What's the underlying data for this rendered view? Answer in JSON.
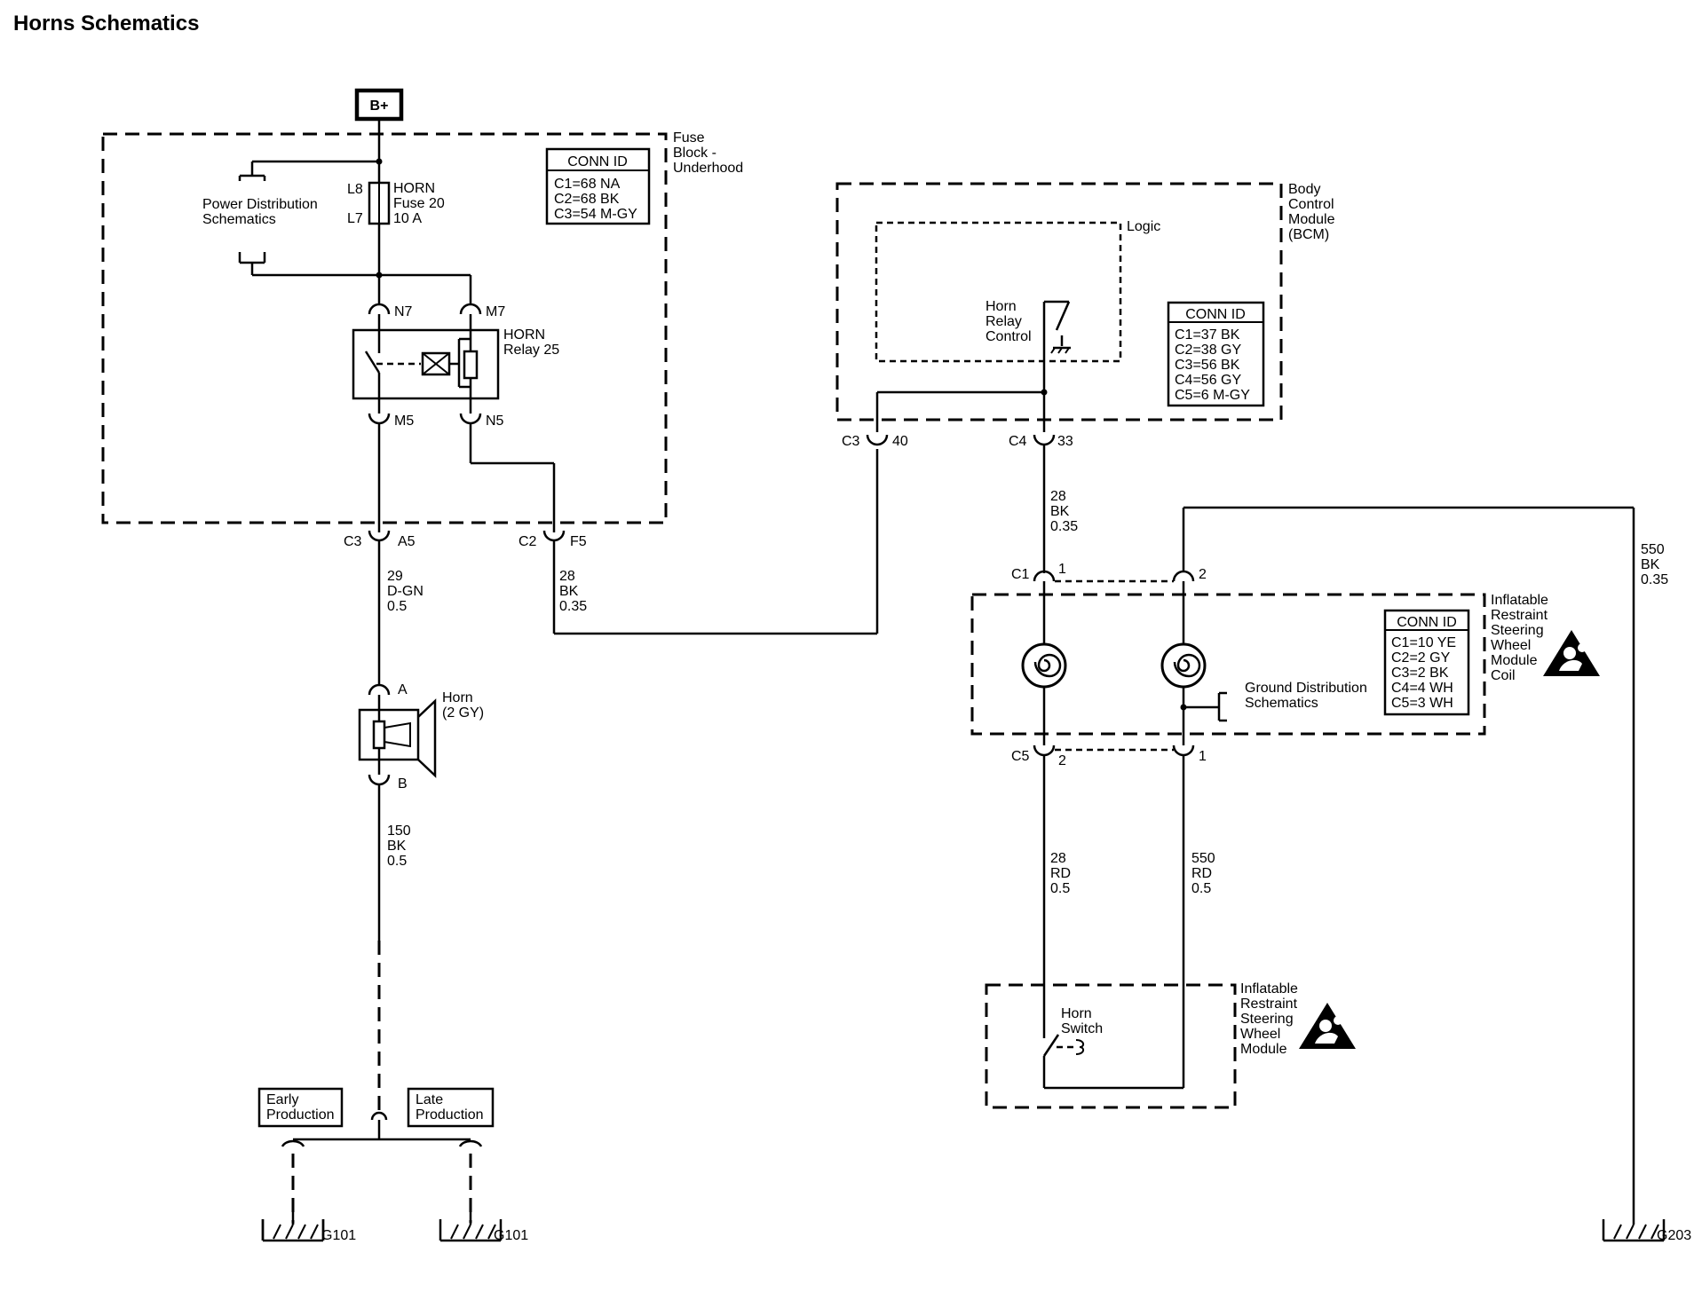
{
  "title": "Horns Schematics",
  "power": {
    "label": "B+"
  },
  "fuse_block": {
    "name_lines": [
      "Fuse",
      "Block -",
      "Underhood"
    ],
    "conn_id": {
      "header": "CONN ID",
      "rows": [
        "C1=68 NA",
        "C2=68 BK",
        "C3=54 M-GY"
      ]
    },
    "power_distribution": [
      "Power Distribution",
      "Schematics"
    ],
    "fuse": {
      "pin_top": "L8",
      "pin_bottom": "L7",
      "lines": [
        "HORN",
        "Fuse 20",
        "10 A"
      ]
    },
    "relay": {
      "pin_n7": "N7",
      "pin_m7": "M7",
      "pin_m5": "M5",
      "pin_n5": "N5",
      "lines": [
        "HORN",
        "Relay 25"
      ]
    }
  },
  "connectors": {
    "c3_a5": {
      "conn": "C3",
      "pin": "A5"
    },
    "c2_f5": {
      "conn": "C2",
      "pin": "F5"
    },
    "bcm_c3": {
      "conn": "C3",
      "pin": "40"
    },
    "bcm_c4": {
      "conn": "C4",
      "pin": "33"
    },
    "coil_c1": {
      "conn": "C1",
      "pin_left": "1",
      "pin_right": "2"
    },
    "coil_c5": {
      "conn": "C5",
      "pin_left": "2",
      "pin_right": "1"
    }
  },
  "wires": {
    "horn_feed": [
      "29",
      "D-GN",
      "0.5"
    ],
    "relay_ctrl": [
      "28",
      "BK",
      "0.35"
    ],
    "bcm_out": [
      "28",
      "BK",
      "0.35"
    ],
    "horn_ground": [
      "150",
      "BK",
      "0.5"
    ],
    "switch_28": [
      "28",
      "RD",
      "0.5"
    ],
    "switch_550": [
      "550",
      "RD",
      "0.5"
    ],
    "ground_550": [
      "550",
      "BK",
      "0.35"
    ]
  },
  "horn": {
    "pin_a": "A",
    "pin_b": "B",
    "lines": [
      "Horn",
      "(2 GY)"
    ]
  },
  "bcm": {
    "name_lines": [
      "Body",
      "Control",
      "Module",
      "(BCM)"
    ],
    "logic_label": "Logic",
    "control_lines": [
      "Horn",
      "Relay",
      "Control"
    ],
    "conn_id": {
      "header": "CONN ID",
      "rows": [
        "C1=37 BK",
        "C2=38 GY",
        "C3=56 BK",
        "C4=56 GY",
        "C5=6 M-GY"
      ]
    }
  },
  "coil": {
    "name_lines": [
      "Inflatable",
      "Restraint",
      "Steering",
      "Wheel",
      "Module",
      "Coil"
    ],
    "conn_id": {
      "header": "CONN ID",
      "rows": [
        "C1=10 YE",
        "C2=2 GY",
        "C3=2 BK",
        "C4=4 WH",
        "C5=3 WH"
      ]
    },
    "ground_distribution": [
      "Ground Distribution",
      "Schematics"
    ]
  },
  "switch_module": {
    "name_lines": [
      "Inflatable",
      "Restraint",
      "Steering",
      "Wheel",
      "Module"
    ],
    "switch_lines": [
      "Horn",
      "Switch"
    ]
  },
  "production": {
    "early": [
      "Early",
      "Production"
    ],
    "late": [
      "Late",
      "Production"
    ]
  },
  "grounds": {
    "g101_early": "G101",
    "g101_late": "G101",
    "g203": "G203"
  }
}
